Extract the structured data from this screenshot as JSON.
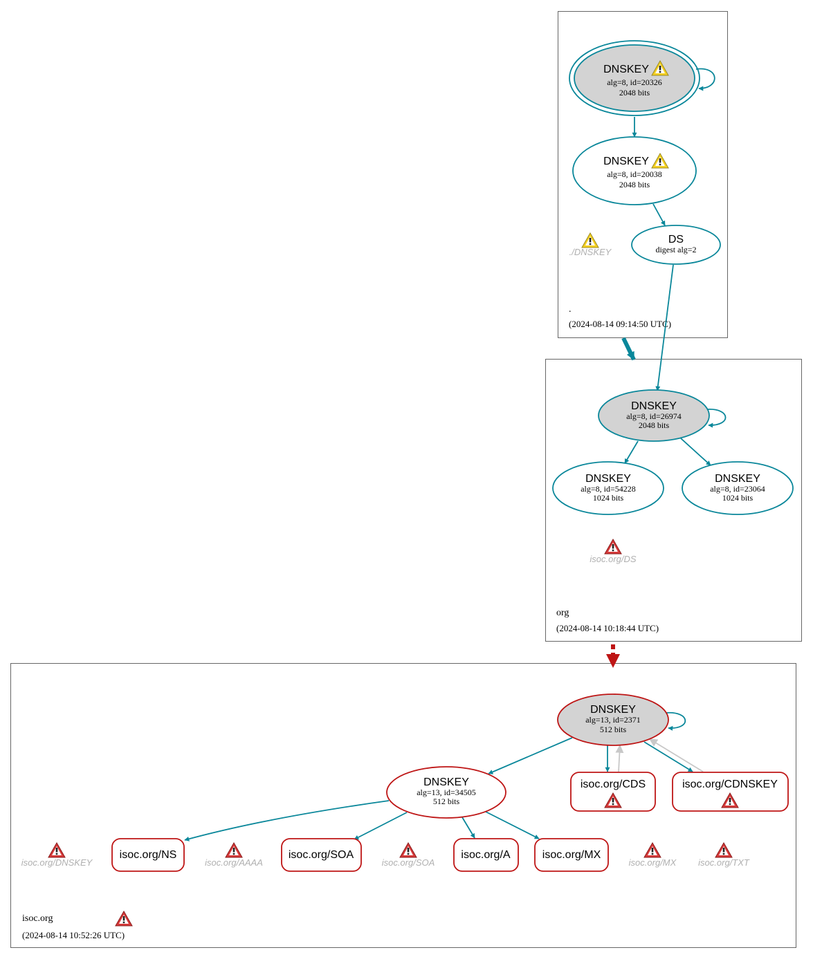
{
  "colors": {
    "teal": "#0a879a",
    "red": "#be1515",
    "grey_fill": "#d3d3d3",
    "ghost_text": "#b0b0b0",
    "zone_border": "#666666",
    "warning_yellow": "#f5d020",
    "error_red": "#d63a3a"
  },
  "zones": {
    "root": {
      "name": ".",
      "timestamp": "(2024-08-14 09:14:50 UTC)",
      "nodes": {
        "ksk": {
          "title": "DNSKEY",
          "detail": "alg=8, id=20326",
          "size": "2048 bits",
          "icon": "warning-icon"
        },
        "zsk": {
          "title": "DNSKEY",
          "detail": "alg=8, id=20038",
          "size": "2048 bits",
          "icon": "warning-icon"
        },
        "ds": {
          "title": "DS",
          "detail": "digest alg=2"
        },
        "ghost_dnskey": {
          "label": "./DNSKEY",
          "icon": "warning-icon"
        }
      }
    },
    "org": {
      "name": "org",
      "timestamp": "(2024-08-14 10:18:44 UTC)",
      "nodes": {
        "ksk": {
          "title": "DNSKEY",
          "detail": "alg=8, id=26974",
          "size": "2048 bits"
        },
        "zsk1": {
          "title": "DNSKEY",
          "detail": "alg=8, id=54228",
          "size": "1024 bits"
        },
        "zsk2": {
          "title": "DNSKEY",
          "detail": "alg=8, id=23064",
          "size": "1024 bits"
        },
        "ghost_ds": {
          "label": "isoc.org/DS",
          "icon": "error-icon"
        }
      }
    },
    "isoc": {
      "name": "isoc.org",
      "timestamp": "(2024-08-14 10:52:26 UTC)",
      "zone_icon": "error-icon",
      "nodes": {
        "ksk": {
          "title": "DNSKEY",
          "detail": "alg=13, id=2371",
          "size": "512 bits"
        },
        "zsk": {
          "title": "DNSKEY",
          "detail": "alg=13, id=34505",
          "size": "512 bits"
        },
        "cds": {
          "label": "isoc.org/CDS",
          "icon": "error-icon"
        },
        "cdnskey": {
          "label": "isoc.org/CDNSKEY",
          "icon": "error-icon"
        },
        "ns": {
          "label": "isoc.org/NS"
        },
        "soa": {
          "label": "isoc.org/SOA"
        },
        "a": {
          "label": "isoc.org/A"
        },
        "mx": {
          "label": "isoc.org/MX"
        },
        "ghost_dnskey": {
          "label": "isoc.org/DNSKEY",
          "icon": "error-icon"
        },
        "ghost_aaaa": {
          "label": "isoc.org/AAAA",
          "icon": "error-icon"
        },
        "ghost_soa": {
          "label": "isoc.org/SOA",
          "icon": "error-icon"
        },
        "ghost_mx": {
          "label": "isoc.org/MX",
          "icon": "error-icon"
        },
        "ghost_txt": {
          "label": "isoc.org/TXT",
          "icon": "error-icon"
        }
      }
    }
  }
}
